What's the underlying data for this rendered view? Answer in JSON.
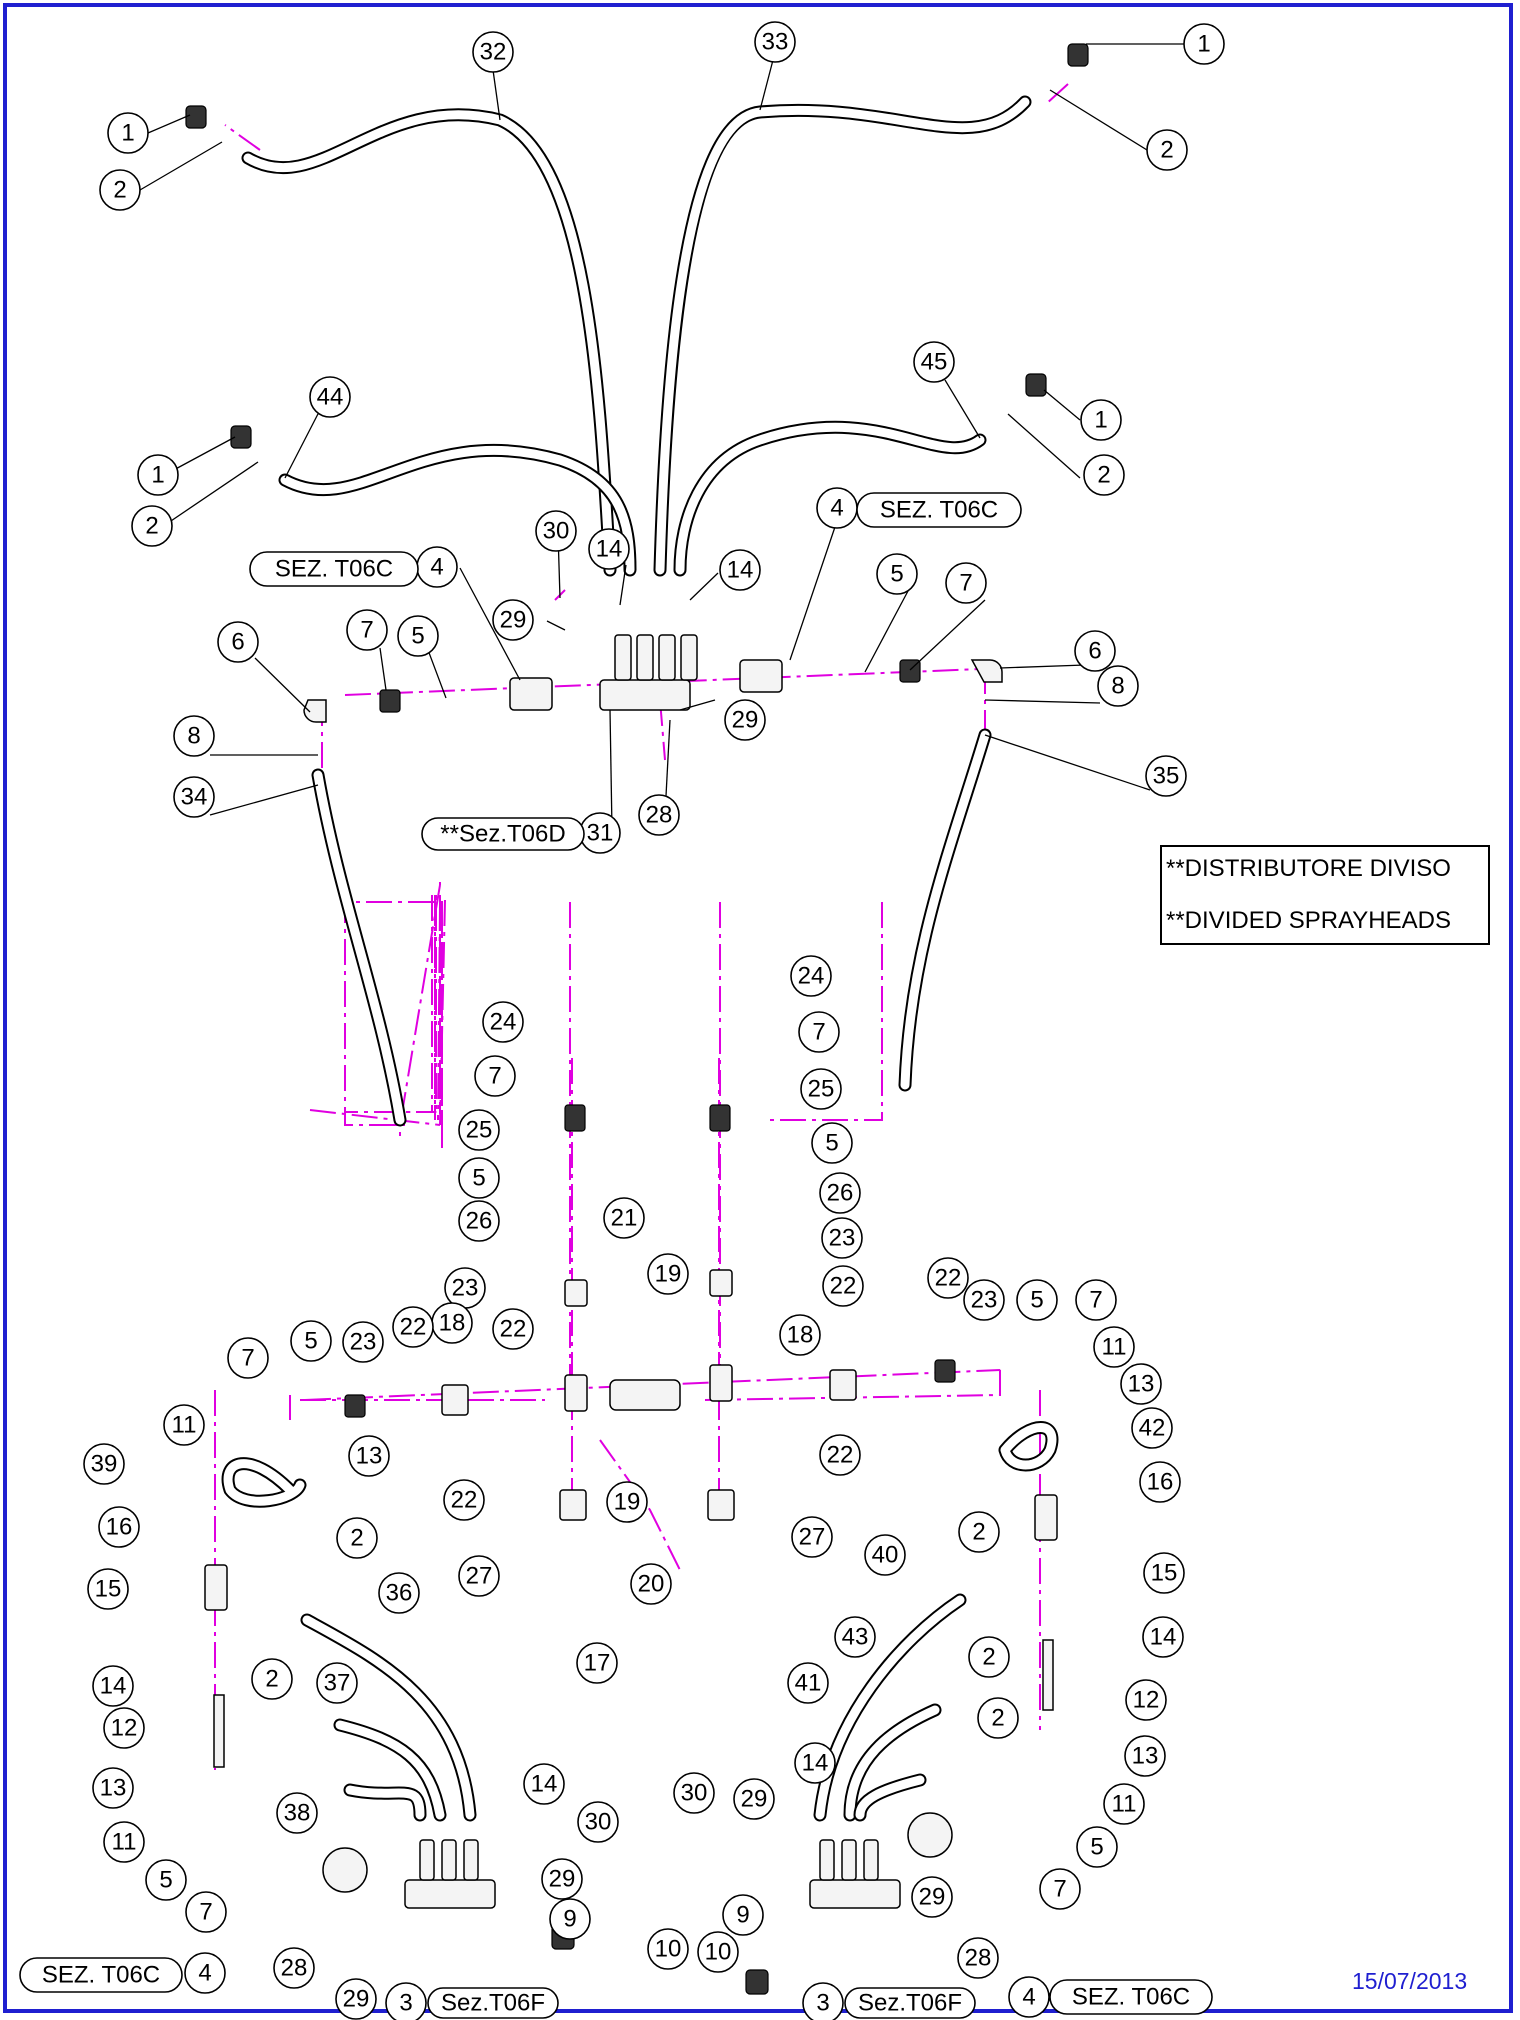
{
  "note": {
    "line1": "**DISTRIBUTORE DIVISO",
    "line2": "**DIVIDED SPRAYHEADS"
  },
  "date": "15/07/2013",
  "section_labels": {
    "sez_t06c": "SEZ. T06C",
    "sez_t06d": "**Sez.T06D",
    "sez_t06f": "Sez.T06F"
  },
  "callouts": [
    "1",
    "2",
    "3",
    "4",
    "5",
    "6",
    "7",
    "8",
    "9",
    "10",
    "11",
    "12",
    "13",
    "14",
    "15",
    "16",
    "17",
    "18",
    "19",
    "20",
    "21",
    "22",
    "23",
    "24",
    "25",
    "26",
    "27",
    "28",
    "29",
    "30",
    "31",
    "32",
    "33",
    "34",
    "35",
    "36",
    "37",
    "38",
    "39",
    "40",
    "41",
    "42",
    "43",
    "44",
    "45"
  ],
  "colors": {
    "frame": "#1f1fd0",
    "center_axis": "#e000e0",
    "date": "#1f1fd0"
  }
}
